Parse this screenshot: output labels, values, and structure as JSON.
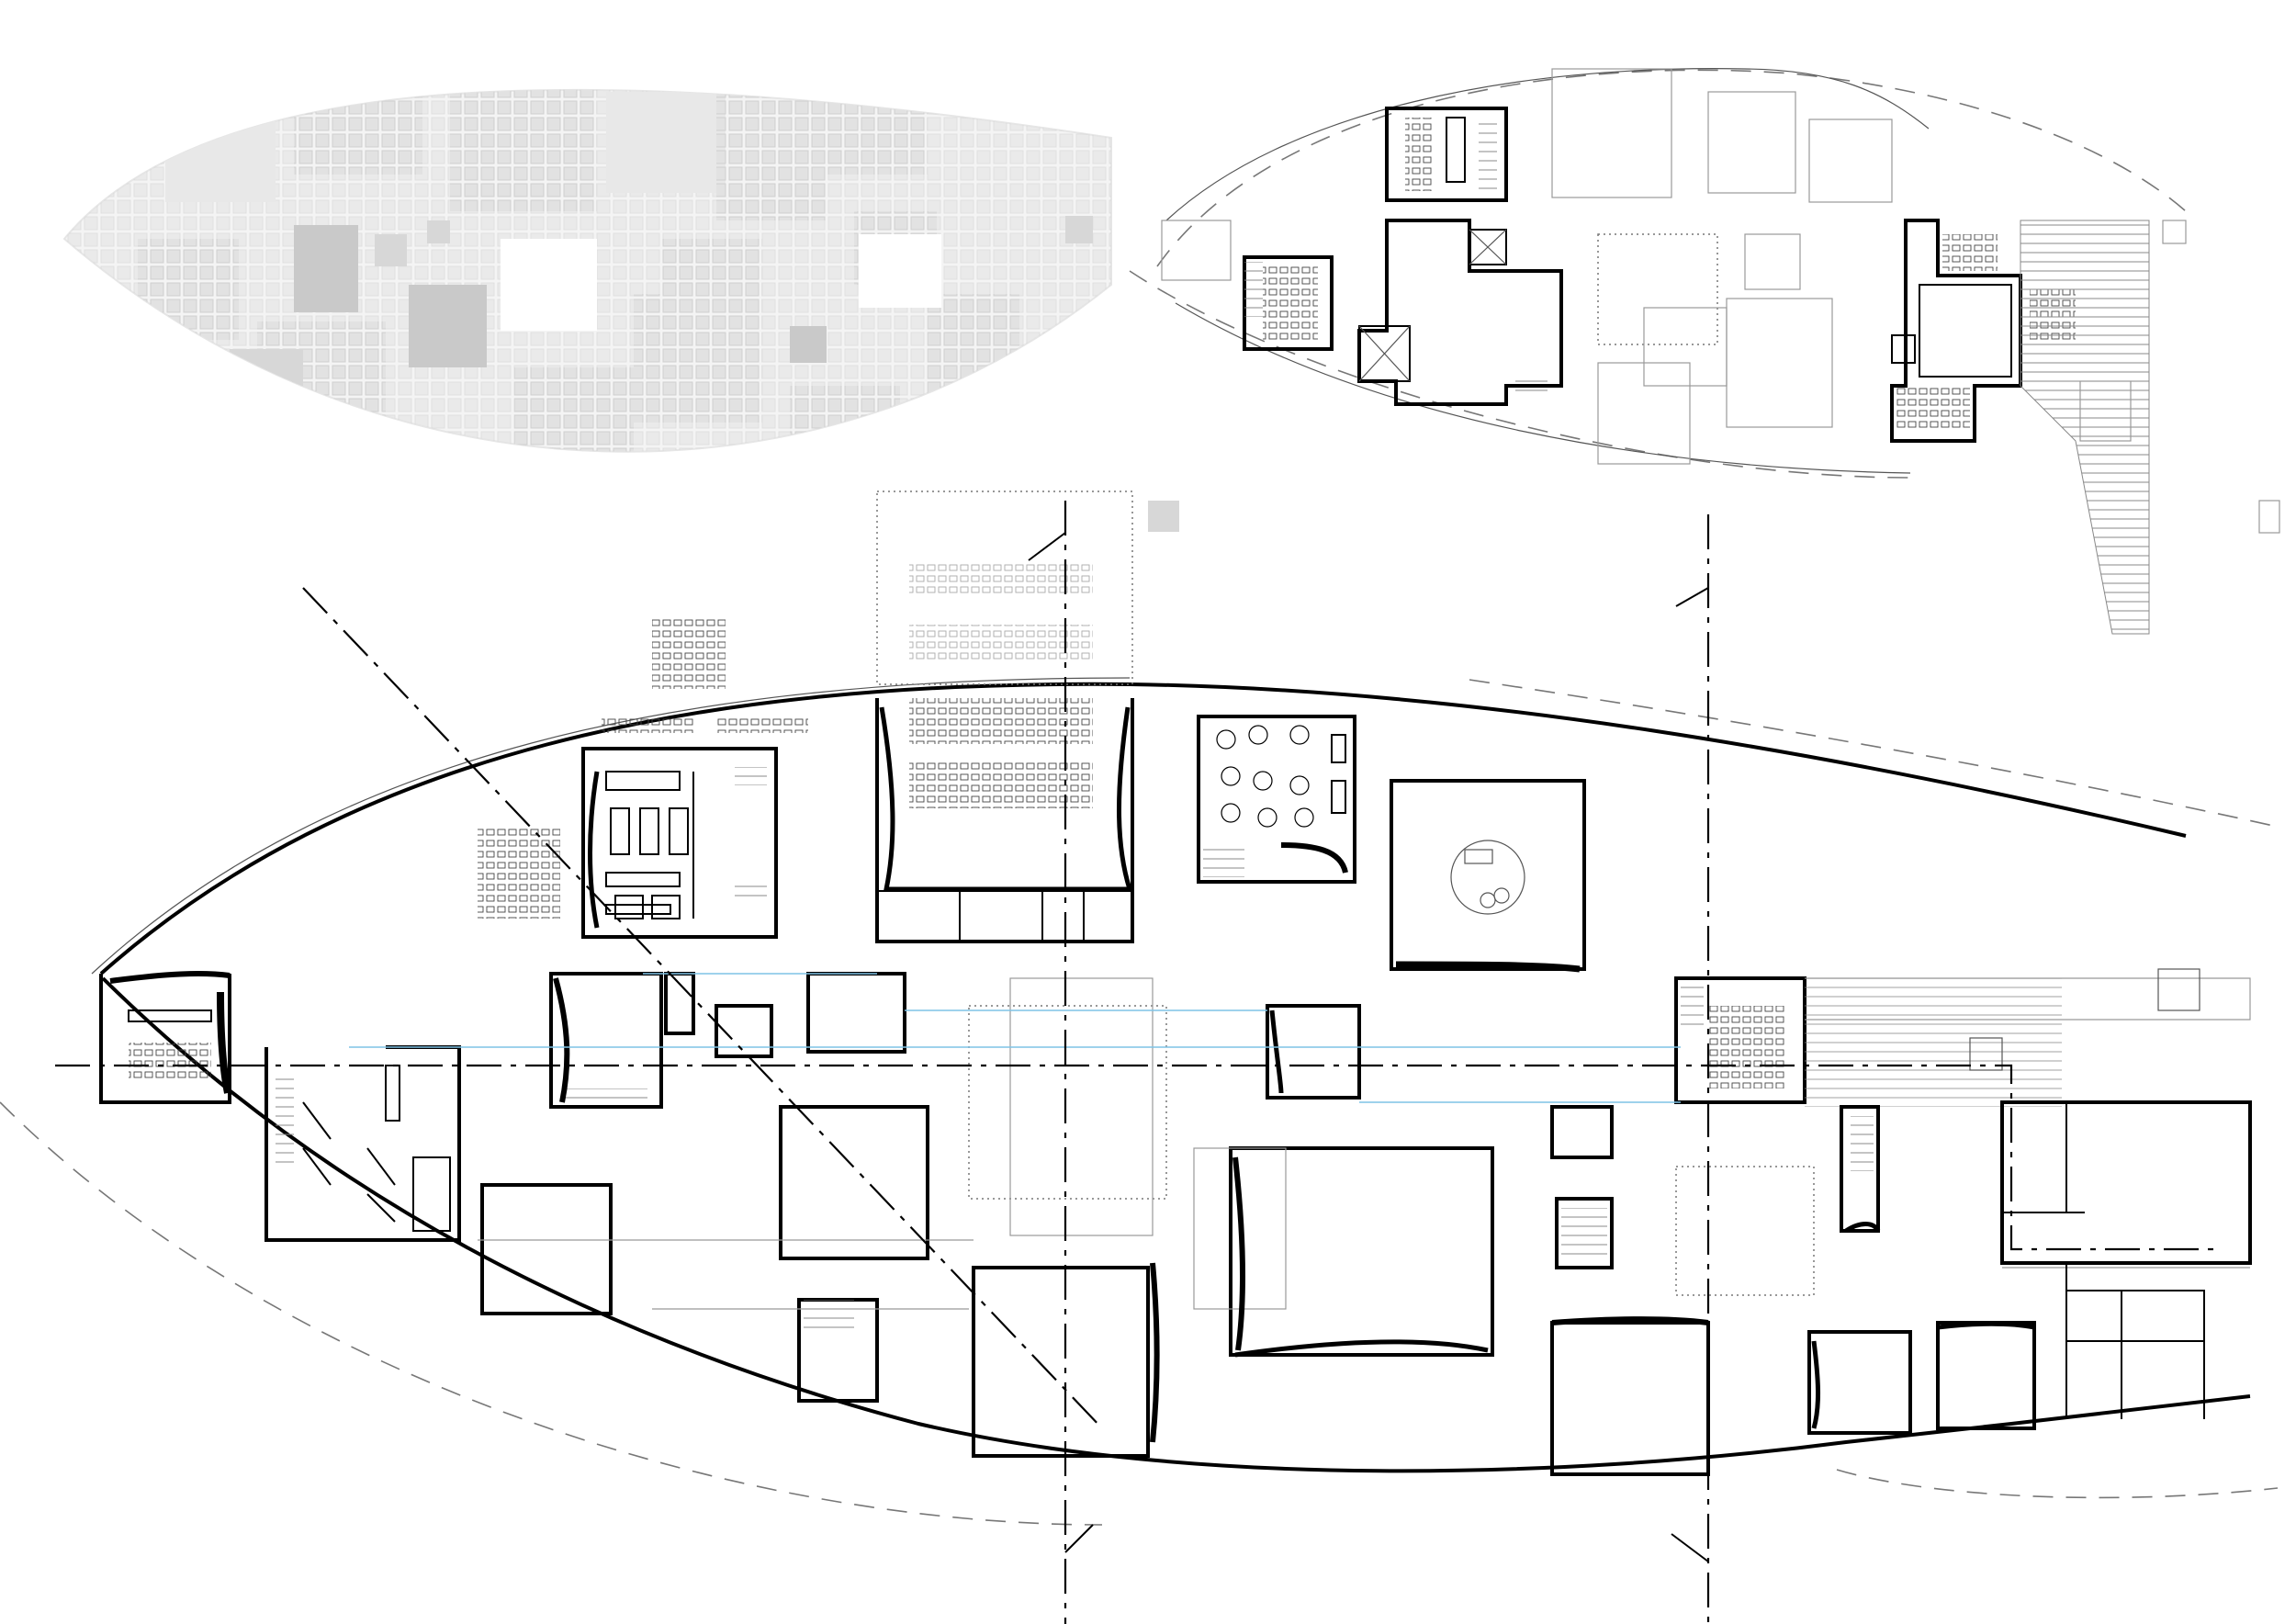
{
  "drawing": {
    "type": "architectural floor plan",
    "views": [
      "roof-plan",
      "upper-floor-plan",
      "ground-floor-plan"
    ],
    "colors": {
      "walls": "#000000",
      "roof_tiles": "#d7d7d7",
      "glazing_lines": "#7fc3e6",
      "background": "#ffffff"
    }
  }
}
